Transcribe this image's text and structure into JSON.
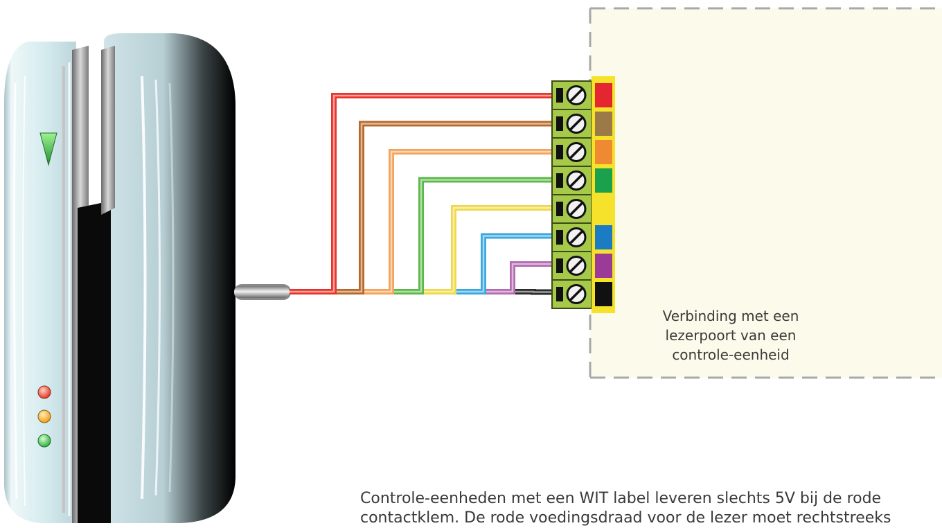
{
  "caption": {
    "line1": "Verbinding met een",
    "line2": "lezerpoort van een",
    "line3": "controle-eenheid"
  },
  "note": {
    "line1": "Controle-eenheden met een WIT label leveren slechts 5V bij de rode",
    "line2": "contactklem. De rode voedingsdraad voor de lezer moet rechtstreeks"
  },
  "wires": [
    {
      "color": "red",
      "hex": "#e8332a"
    },
    {
      "color": "brown",
      "hex": "#b8692a"
    },
    {
      "color": "orange",
      "hex": "#f4a45a"
    },
    {
      "color": "green",
      "hex": "#5cb848"
    },
    {
      "color": "yellow",
      "hex": "#efd94a"
    },
    {
      "color": "blue",
      "hex": "#3aa8df"
    },
    {
      "color": "violet",
      "hex": "#b46bb1"
    },
    {
      "color": "black",
      "hex": "#2b2b2b"
    }
  ],
  "terminal_colors": [
    "#e42630",
    "#9b7a48",
    "#ef8a33",
    "#1ba14b",
    "#f6e22a",
    "#1b7cc4",
    "#9a3b98",
    "#111111"
  ],
  "colors": {
    "panel_fill": "#fcfaea",
    "panel_border": "#a8a8a8",
    "terminal_block": "#a6c94a",
    "led_red": "#e8412e",
    "led_amber": "#f3a323",
    "led_green": "#3bb54a"
  }
}
